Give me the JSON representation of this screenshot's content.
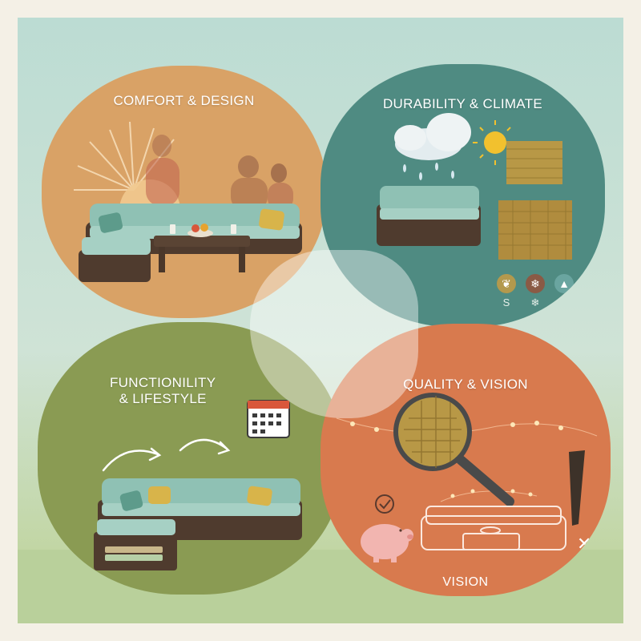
{
  "panels": {
    "comfort": {
      "title": "COMFORT & DESIGN"
    },
    "durability": {
      "title": "DURABILITY & CLIMATE",
      "icons": [
        "leaf-icon",
        "snowflake-icon",
        "tree-icon"
      ],
      "small_glyphs": [
        "S",
        "❄",
        "❄"
      ]
    },
    "functionality": {
      "title_line1": "FUNCTIONILITY",
      "title_line2": "& LIFESTYLE"
    },
    "quality": {
      "title": "QUALITY & VISION",
      "bottom_label": "VISION",
      "close_mark": "✕"
    }
  },
  "colors": {
    "comfort": "#d9a266",
    "durability": "#4f8b82",
    "functionality": "#8a9b53",
    "quality": "#d87a4e",
    "cushion": "#8fc1b4",
    "accent_pillow": "#d8b44a",
    "wicker": "#4f3b2e"
  }
}
